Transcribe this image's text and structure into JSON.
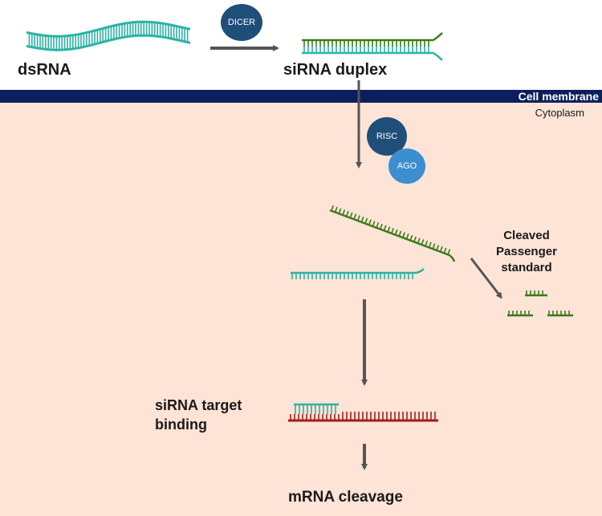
{
  "colors": {
    "cytoplasm_bg": "#fde4d6",
    "membrane": "#0b1f5c",
    "teal_strand": "#2bb3a4",
    "green_strand": "#3a7a1c",
    "mrna_strand": "#a11d1d",
    "arrow": "#555555",
    "dicer": "#1f4e79",
    "risc": "#1f4e79",
    "ago": "#3b8ed0"
  },
  "labels": {
    "dsrna": "dsRNA",
    "sirna_duplex": "siRNA duplex",
    "cell_membrane": "Cell membrane",
    "cytoplasm": "Cytoplasm",
    "cleaved_line1": "Cleaved",
    "cleaved_line2": "Passenger",
    "cleaved_line3": "standard",
    "target_line1": "siRNA target",
    "target_line2": "binding",
    "mrna_cleavage": "mRNA cleavage"
  },
  "enzymes": {
    "dicer": "DICER",
    "risc": "RISC",
    "ago": "AGO"
  }
}
